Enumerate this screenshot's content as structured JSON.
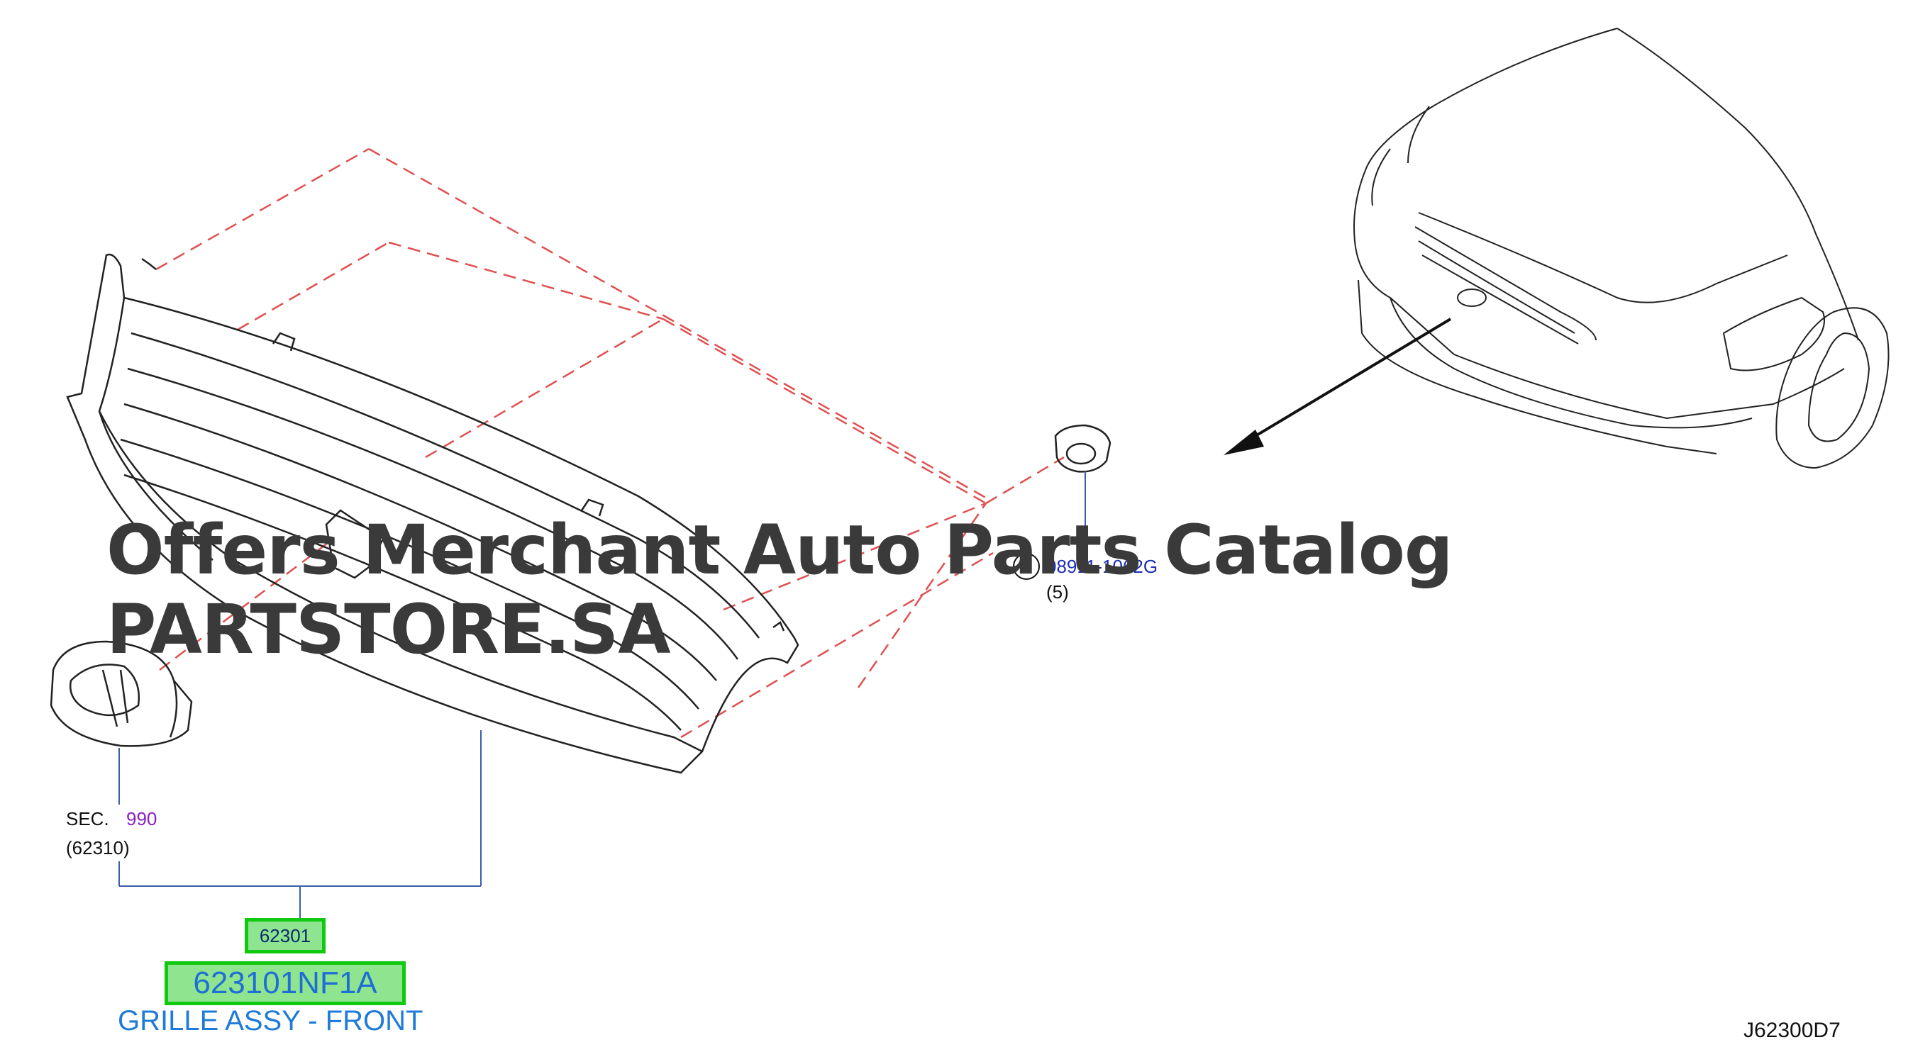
{
  "diagram": {
    "watermark": "Offers Merchant Auto Parts Catalog PARTSTORE.SA",
    "section_ref": {
      "prefix": "SEC.",
      "number": "990",
      "sub": "(62310)"
    },
    "fastener": {
      "symbol": "N",
      "part_number": "08911-1062G",
      "qty": "(5)"
    },
    "callout": {
      "ref": "62301",
      "part_number": "623101NF1A",
      "description": "GRILLE ASSY - FRONT"
    },
    "figure_code": "J62300D7",
    "colors": {
      "highlight_fill": "#8fe48f",
      "highlight_border": "#11c911",
      "part_link": "#1f6ed6",
      "section_number": "#8a1fc4",
      "dashed_lines": "#e05050",
      "leader_lines": "#3b5fa8"
    }
  }
}
